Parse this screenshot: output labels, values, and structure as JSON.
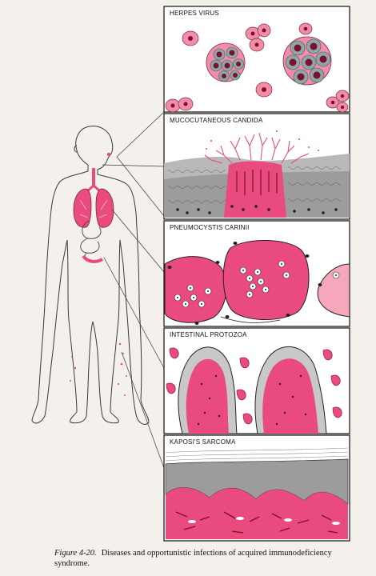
{
  "figure": {
    "panels": [
      {
        "label": "HERPES VIRUS"
      },
      {
        "label": "MUCOCUTANEOUS CANDIDA"
      },
      {
        "label": "PNEUMOCYSTIS CARINII"
      },
      {
        "label": "INTESTINAL PROTOZOA"
      },
      {
        "label": "KAPOSI'S SARCOMA"
      }
    ],
    "caption": {
      "figure_number": "Figure 4-20.",
      "text": "Diseases and opportunistic infections of acquired immunodeficiency syndrome."
    },
    "colors": {
      "tissue_pink": "#e94b7f",
      "light_pink": "#f7b8c9",
      "nucleus_dark": "#222222",
      "inclusion_gray": "#8fa6a6",
      "paper": "#f4f1ec"
    }
  }
}
